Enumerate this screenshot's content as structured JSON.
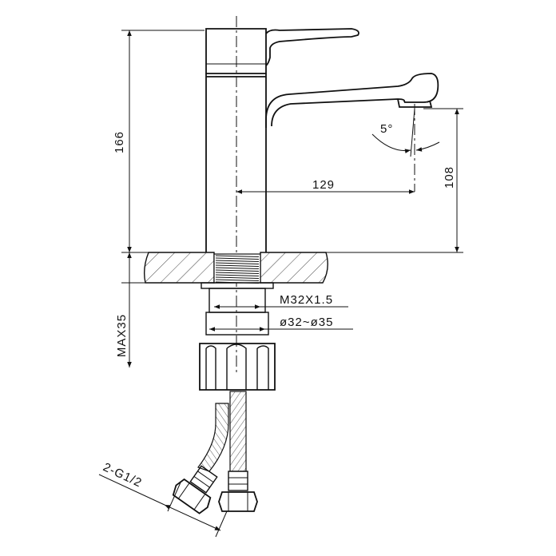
{
  "drawing": {
    "height_total": "166",
    "spout_reach": "129",
    "spout_height": "108",
    "spout_angle": "5°",
    "thread_spec": "M32X1.5",
    "hole_diameter": "ø32~ø35",
    "max_thickness": "MAX35",
    "hose_connection": "2-G1/2"
  }
}
